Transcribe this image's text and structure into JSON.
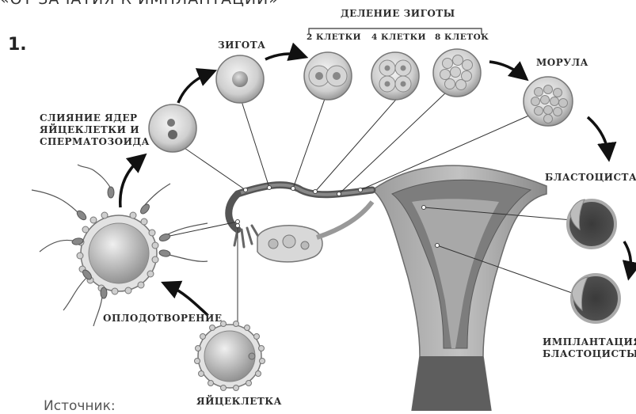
{
  "page_title": "«ОТ ЗАЧАТИЯ К ИМПЛАНТАЦИИ»",
  "figure_number": "1.",
  "labels": {
    "division_header": "ДЕЛЕНИЕ ЗИГОТЫ",
    "two_cells": "2 КЛЕТКИ",
    "four_cells": "4 КЛЕТКИ",
    "eight_cells": "8 КЛЕТОК",
    "zygote": "ЗИГОТА",
    "morula": "МОРУЛА",
    "fusion": "СЛИЯНИЕ ЯДЕР ЯЙЦЕКЛЕТКИ И СПЕРМАТОЗОИДА",
    "blastocyst": "БЛАСТОЦИСТА",
    "fertilization": "ОПЛОДОТВОРЕНИЕ",
    "implantation": "ИМПЛАНТАЦИЯ БЛАСТОЦИСТЫ",
    "egg": "ЯЙЦЕКЛЕТКА"
  },
  "source_text": "Источник:"
}
